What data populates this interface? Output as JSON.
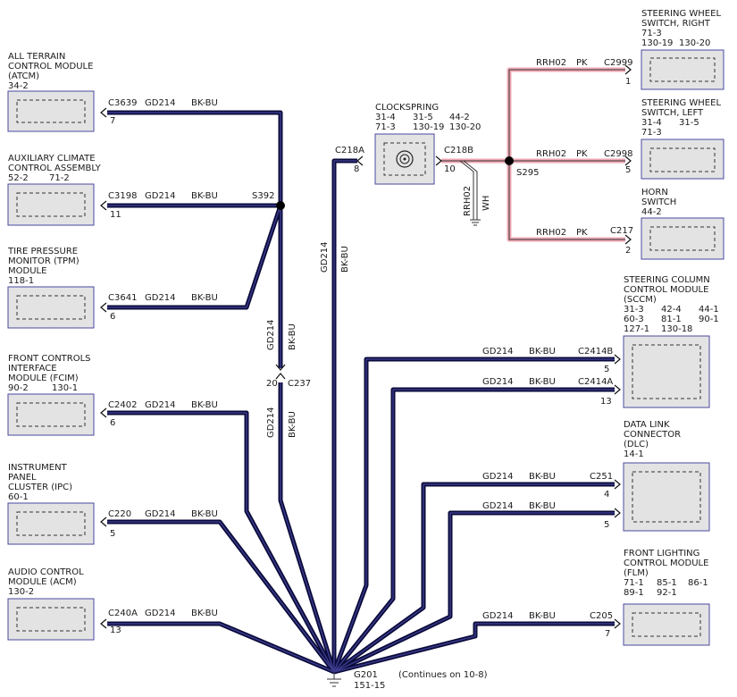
{
  "modules": {
    "atcm": {
      "l1": "ALL TERRAIN",
      "l2": "CONTROL MODULE",
      "l3": "(ATCM)",
      "l4": "34-2"
    },
    "acca": {
      "l1": "AUXILIARY CLIMATE",
      "l2": "CONTROL ASSEMBLY",
      "ref1": "52-2",
      "ref2": "71-2"
    },
    "tpm": {
      "l1": "TIRE PRESSURE",
      "l2": "MONITOR (TPM)",
      "l3": "MODULE",
      "l4": "118-1"
    },
    "fcim": {
      "l1": "FRONT CONTROLS",
      "l2": "INTERFACE",
      "l3": "MODULE (FCIM)",
      "ref1": "90-2",
      "ref2": "130-1"
    },
    "ipc": {
      "l1": "INSTRUMENT",
      "l2": "PANEL",
      "l3": "CLUSTER (IPC)",
      "l4": "60-1"
    },
    "acm": {
      "l1": "AUDIO CONTROL",
      "l2": "MODULE (ACM)",
      "l3": "130-2"
    },
    "swr": {
      "l1": "STEERING WHEEL",
      "l2": "SWITCH, RIGHT",
      "ref1": "71-3",
      "ref2": "130-19",
      "ref3": "130-20"
    },
    "swl": {
      "l1": "STEERING WHEEL",
      "l2": "SWITCH, LEFT",
      "ref1": "31-4",
      "ref2": "31-5",
      "ref3": "71-3"
    },
    "horn": {
      "l1": "HORN",
      "l2": "SWITCH",
      "l3": "44-2"
    },
    "sccm": {
      "l1": "STEERING COLUMN",
      "l2": "CONTROL MODULE",
      "l3": "(SCCM)",
      "r1": "31-3",
      "r2": "42-4",
      "r3": "44-1",
      "r4": "60-3",
      "r5": "81-1",
      "r6": "90-1",
      "r7": "127-1",
      "r8": "130-18"
    },
    "dlc": {
      "l1": "DATA LINK",
      "l2": "CONNECTOR",
      "l3": "(DLC)",
      "l4": "14-1"
    },
    "flm": {
      "l1": "FRONT LIGHTING",
      "l2": "CONTROL MODULE",
      "l3": "(FLM)",
      "r1": "71-1",
      "r2": "85-1",
      "r3": "86-1",
      "r4": "89-1",
      "r5": "92-1"
    },
    "clockspring": {
      "l1": "CLOCKSPRING",
      "r1": "31-4",
      "r2": "31-5",
      "r3": "44-2",
      "r4": "71-3",
      "r5": "130-19",
      "r6": "130-20"
    }
  },
  "connectors": {
    "c3639": "C3639",
    "c3639_pin": "7",
    "c3198": "C3198",
    "c3198_pin": "11",
    "c3641": "C3641",
    "c3641_pin": "6",
    "c2402": "C2402",
    "c2402_pin": "6",
    "c220": "C220",
    "c220_pin": "5",
    "c240a": "C240A",
    "c240a_pin": "13",
    "c218a": "C218A",
    "c218a_pin": "8",
    "c218b": "C218B",
    "c218b_pin": "10",
    "c2999": "C2999",
    "c2999_pin": "1",
    "c2998": "C2998",
    "c2998_pin": "5",
    "c217": "C217",
    "c217_pin": "2",
    "c2414b": "C2414B",
    "c2414b_pin": "5",
    "c2414a": "C2414A",
    "c2414a_pin": "13",
    "c251": "C251",
    "c251_pin4": "4",
    "c251_pin5": "5",
    "c205": "C205",
    "c205_pin": "7",
    "c237": "C237",
    "c237_pin": "20"
  },
  "wire": {
    "circuit": "GD214",
    "color": "BK-BU",
    "pk_circuit": "RRH02",
    "pk_color": "PK",
    "wh_color": "WH"
  },
  "splices": {
    "s392": "S392",
    "s295": "S295"
  },
  "ground": {
    "name": "G201",
    "ref": "151-15",
    "note": "(Continues on 10-8)"
  },
  "colors": {
    "gd214": "#0a0a3a",
    "pk": "#f0a8b4",
    "module_fill": "#e3e3e3",
    "module_border": "#4a4aa0"
  }
}
